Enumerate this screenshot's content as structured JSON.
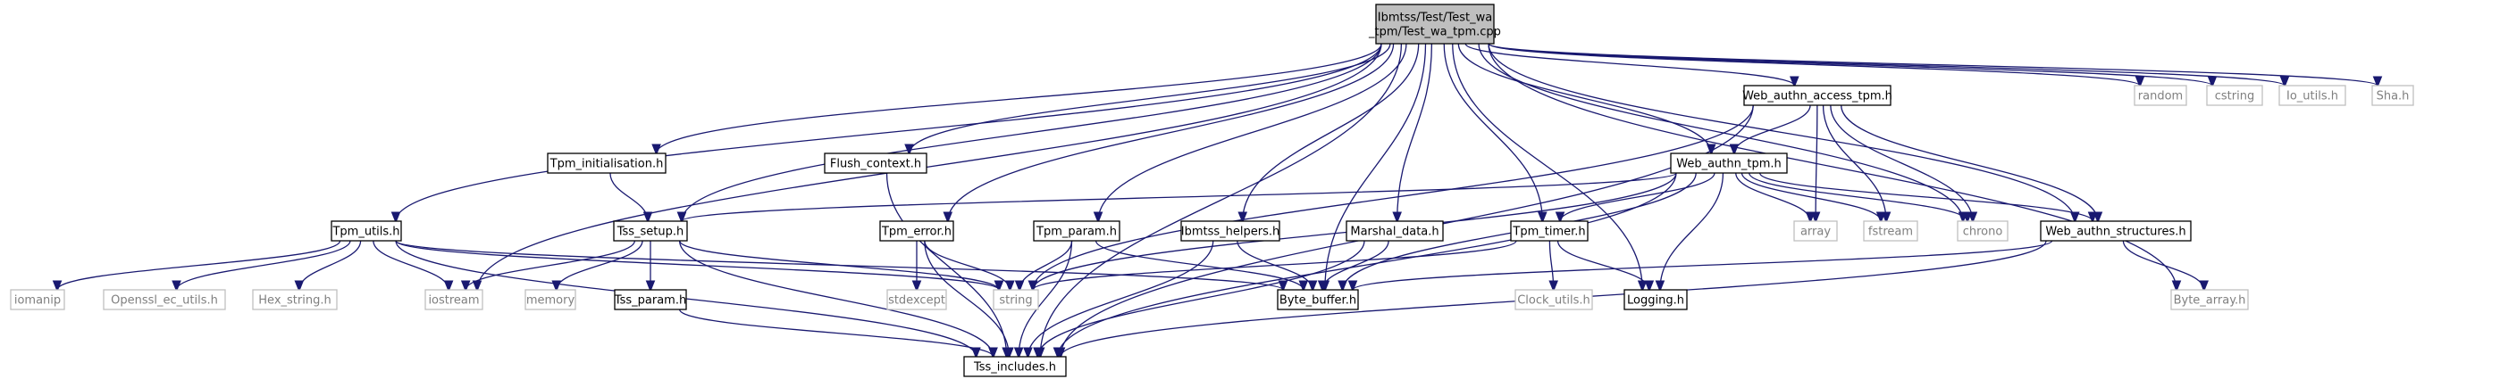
{
  "diagram": {
    "root": "root",
    "nodes": [
      {
        "id": "root",
        "label": [
          "Ibmtss/Test/Test_wa",
          "_tpm/Test_wa_tpm.cpp"
        ],
        "kind": "root"
      },
      {
        "id": "tpm_utils",
        "label": [
          "Tpm_utils.h"
        ],
        "kind": "local"
      },
      {
        "id": "tpm_init",
        "label": [
          "Tpm_initialisation.h"
        ],
        "kind": "local"
      },
      {
        "id": "tss_setup",
        "label": [
          "Tss_setup.h"
        ],
        "kind": "local"
      },
      {
        "id": "flush",
        "label": [
          "Flush_context.h"
        ],
        "kind": "local"
      },
      {
        "id": "tpm_error",
        "label": [
          "Tpm_error.h"
        ],
        "kind": "local"
      },
      {
        "id": "tpm_param",
        "label": [
          "Tpm_param.h"
        ],
        "kind": "local"
      },
      {
        "id": "ibmtss_helpers",
        "label": [
          "Ibmtss_helpers.h"
        ],
        "kind": "local"
      },
      {
        "id": "marshal",
        "label": [
          "Marshal_data.h"
        ],
        "kind": "local"
      },
      {
        "id": "tpm_timer",
        "label": [
          "Tpm_timer.h"
        ],
        "kind": "local"
      },
      {
        "id": "wa_access",
        "label": [
          "Web_authn_access_tpm.h"
        ],
        "kind": "local"
      },
      {
        "id": "wa_tpm",
        "label": [
          "Web_authn_tpm.h"
        ],
        "kind": "local"
      },
      {
        "id": "wa_struct",
        "label": [
          "Web_authn_structures.h"
        ],
        "kind": "local"
      },
      {
        "id": "tss_param",
        "label": [
          "Tss_param.h"
        ],
        "kind": "local"
      },
      {
        "id": "byte_buffer",
        "label": [
          "Byte_buffer.h"
        ],
        "kind": "local"
      },
      {
        "id": "logging",
        "label": [
          "Logging.h"
        ],
        "kind": "local"
      },
      {
        "id": "tss_includes",
        "label": [
          "Tss_includes.h"
        ],
        "kind": "local"
      },
      {
        "id": "io_utils",
        "label": [
          "Io_utils.h"
        ],
        "kind": "ext"
      },
      {
        "id": "sha",
        "label": [
          "Sha.h"
        ],
        "kind": "ext"
      },
      {
        "id": "random",
        "label": [
          "random"
        ],
        "kind": "ext"
      },
      {
        "id": "cstring",
        "label": [
          "cstring"
        ],
        "kind": "ext"
      },
      {
        "id": "iomanip",
        "label": [
          "iomanip"
        ],
        "kind": "ext"
      },
      {
        "id": "openssl",
        "label": [
          "Openssl_ec_utils.h"
        ],
        "kind": "ext"
      },
      {
        "id": "hex_string",
        "label": [
          "Hex_string.h"
        ],
        "kind": "ext"
      },
      {
        "id": "iostream",
        "label": [
          "iostream"
        ],
        "kind": "ext"
      },
      {
        "id": "memory",
        "label": [
          "memory"
        ],
        "kind": "ext"
      },
      {
        "id": "string",
        "label": [
          "string"
        ],
        "kind": "ext"
      },
      {
        "id": "stdexcept",
        "label": [
          "stdexcept"
        ],
        "kind": "ext"
      },
      {
        "id": "clock_utils",
        "label": [
          "Clock_utils.h"
        ],
        "kind": "ext"
      },
      {
        "id": "array",
        "label": [
          "array"
        ],
        "kind": "ext"
      },
      {
        "id": "fstream",
        "label": [
          "fstream"
        ],
        "kind": "ext"
      },
      {
        "id": "chrono",
        "label": [
          "chrono"
        ],
        "kind": "ext"
      },
      {
        "id": "byte_array",
        "label": [
          "Byte_array.h"
        ],
        "kind": "ext"
      }
    ],
    "edges": [
      [
        "root",
        "tpm_utils"
      ],
      [
        "root",
        "iostream"
      ],
      [
        "root",
        "tpm_init"
      ],
      [
        "root",
        "tss_setup"
      ],
      [
        "root",
        "tss_includes"
      ],
      [
        "root",
        "flush"
      ],
      [
        "root",
        "tpm_error"
      ],
      [
        "root",
        "tpm_param"
      ],
      [
        "root",
        "ibmtss_helpers"
      ],
      [
        "root",
        "byte_buffer"
      ],
      [
        "root",
        "marshal"
      ],
      [
        "root",
        "tpm_timer"
      ],
      [
        "root",
        "logging"
      ],
      [
        "root",
        "wa_tpm"
      ],
      [
        "root",
        "wa_access"
      ],
      [
        "root",
        "wa_struct"
      ],
      [
        "root",
        "chrono"
      ],
      [
        "root",
        "byte_array"
      ],
      [
        "root",
        "random"
      ],
      [
        "root",
        "cstring"
      ],
      [
        "root",
        "io_utils"
      ],
      [
        "root",
        "sha"
      ],
      [
        "tpm_utils",
        "iomanip"
      ],
      [
        "tpm_utils",
        "openssl"
      ],
      [
        "tpm_utils",
        "hex_string"
      ],
      [
        "tpm_utils",
        "iostream"
      ],
      [
        "tpm_utils",
        "string"
      ],
      [
        "tpm_utils",
        "byte_buffer"
      ],
      [
        "tpm_utils",
        "tss_includes"
      ],
      [
        "tpm_init",
        "tss_setup"
      ],
      [
        "tss_setup",
        "iostream"
      ],
      [
        "tss_setup",
        "memory"
      ],
      [
        "tss_setup",
        "tss_param"
      ],
      [
        "tss_setup",
        "string"
      ],
      [
        "tss_setup",
        "tss_includes"
      ],
      [
        "tss_param",
        "tss_includes"
      ],
      [
        "flush",
        "tss_includes"
      ],
      [
        "tpm_error",
        "stdexcept"
      ],
      [
        "tpm_error",
        "string"
      ],
      [
        "tpm_error",
        "tss_includes"
      ],
      [
        "tpm_param",
        "string"
      ],
      [
        "tpm_param",
        "byte_buffer"
      ],
      [
        "tpm_param",
        "tss_includes"
      ],
      [
        "ibmtss_helpers",
        "byte_buffer"
      ],
      [
        "ibmtss_helpers",
        "tss_includes"
      ],
      [
        "marshal",
        "byte_buffer"
      ],
      [
        "marshal",
        "tss_includes"
      ],
      [
        "tpm_timer",
        "clock_utils"
      ],
      [
        "tpm_timer",
        "logging"
      ],
      [
        "tpm_timer",
        "string"
      ],
      [
        "wa_access",
        "wa_tpm"
      ],
      [
        "wa_access",
        "string"
      ],
      [
        "wa_access",
        "array"
      ],
      [
        "wa_access",
        "fstream"
      ],
      [
        "wa_access",
        "chrono"
      ],
      [
        "wa_access",
        "wa_struct"
      ],
      [
        "wa_access",
        "tss_includes"
      ],
      [
        "wa_tpm",
        "tss_setup"
      ],
      [
        "wa_tpm",
        "string"
      ],
      [
        "wa_tpm",
        "byte_buffer"
      ],
      [
        "wa_tpm",
        "tpm_timer"
      ],
      [
        "wa_tpm",
        "logging"
      ],
      [
        "wa_tpm",
        "array"
      ],
      [
        "wa_tpm",
        "fstream"
      ],
      [
        "wa_tpm",
        "chrono"
      ],
      [
        "wa_tpm",
        "wa_struct"
      ],
      [
        "wa_tpm",
        "tss_includes"
      ],
      [
        "wa_struct",
        "byte_buffer"
      ],
      [
        "wa_struct",
        "byte_array"
      ],
      [
        "wa_struct",
        "tss_includes"
      ]
    ]
  }
}
